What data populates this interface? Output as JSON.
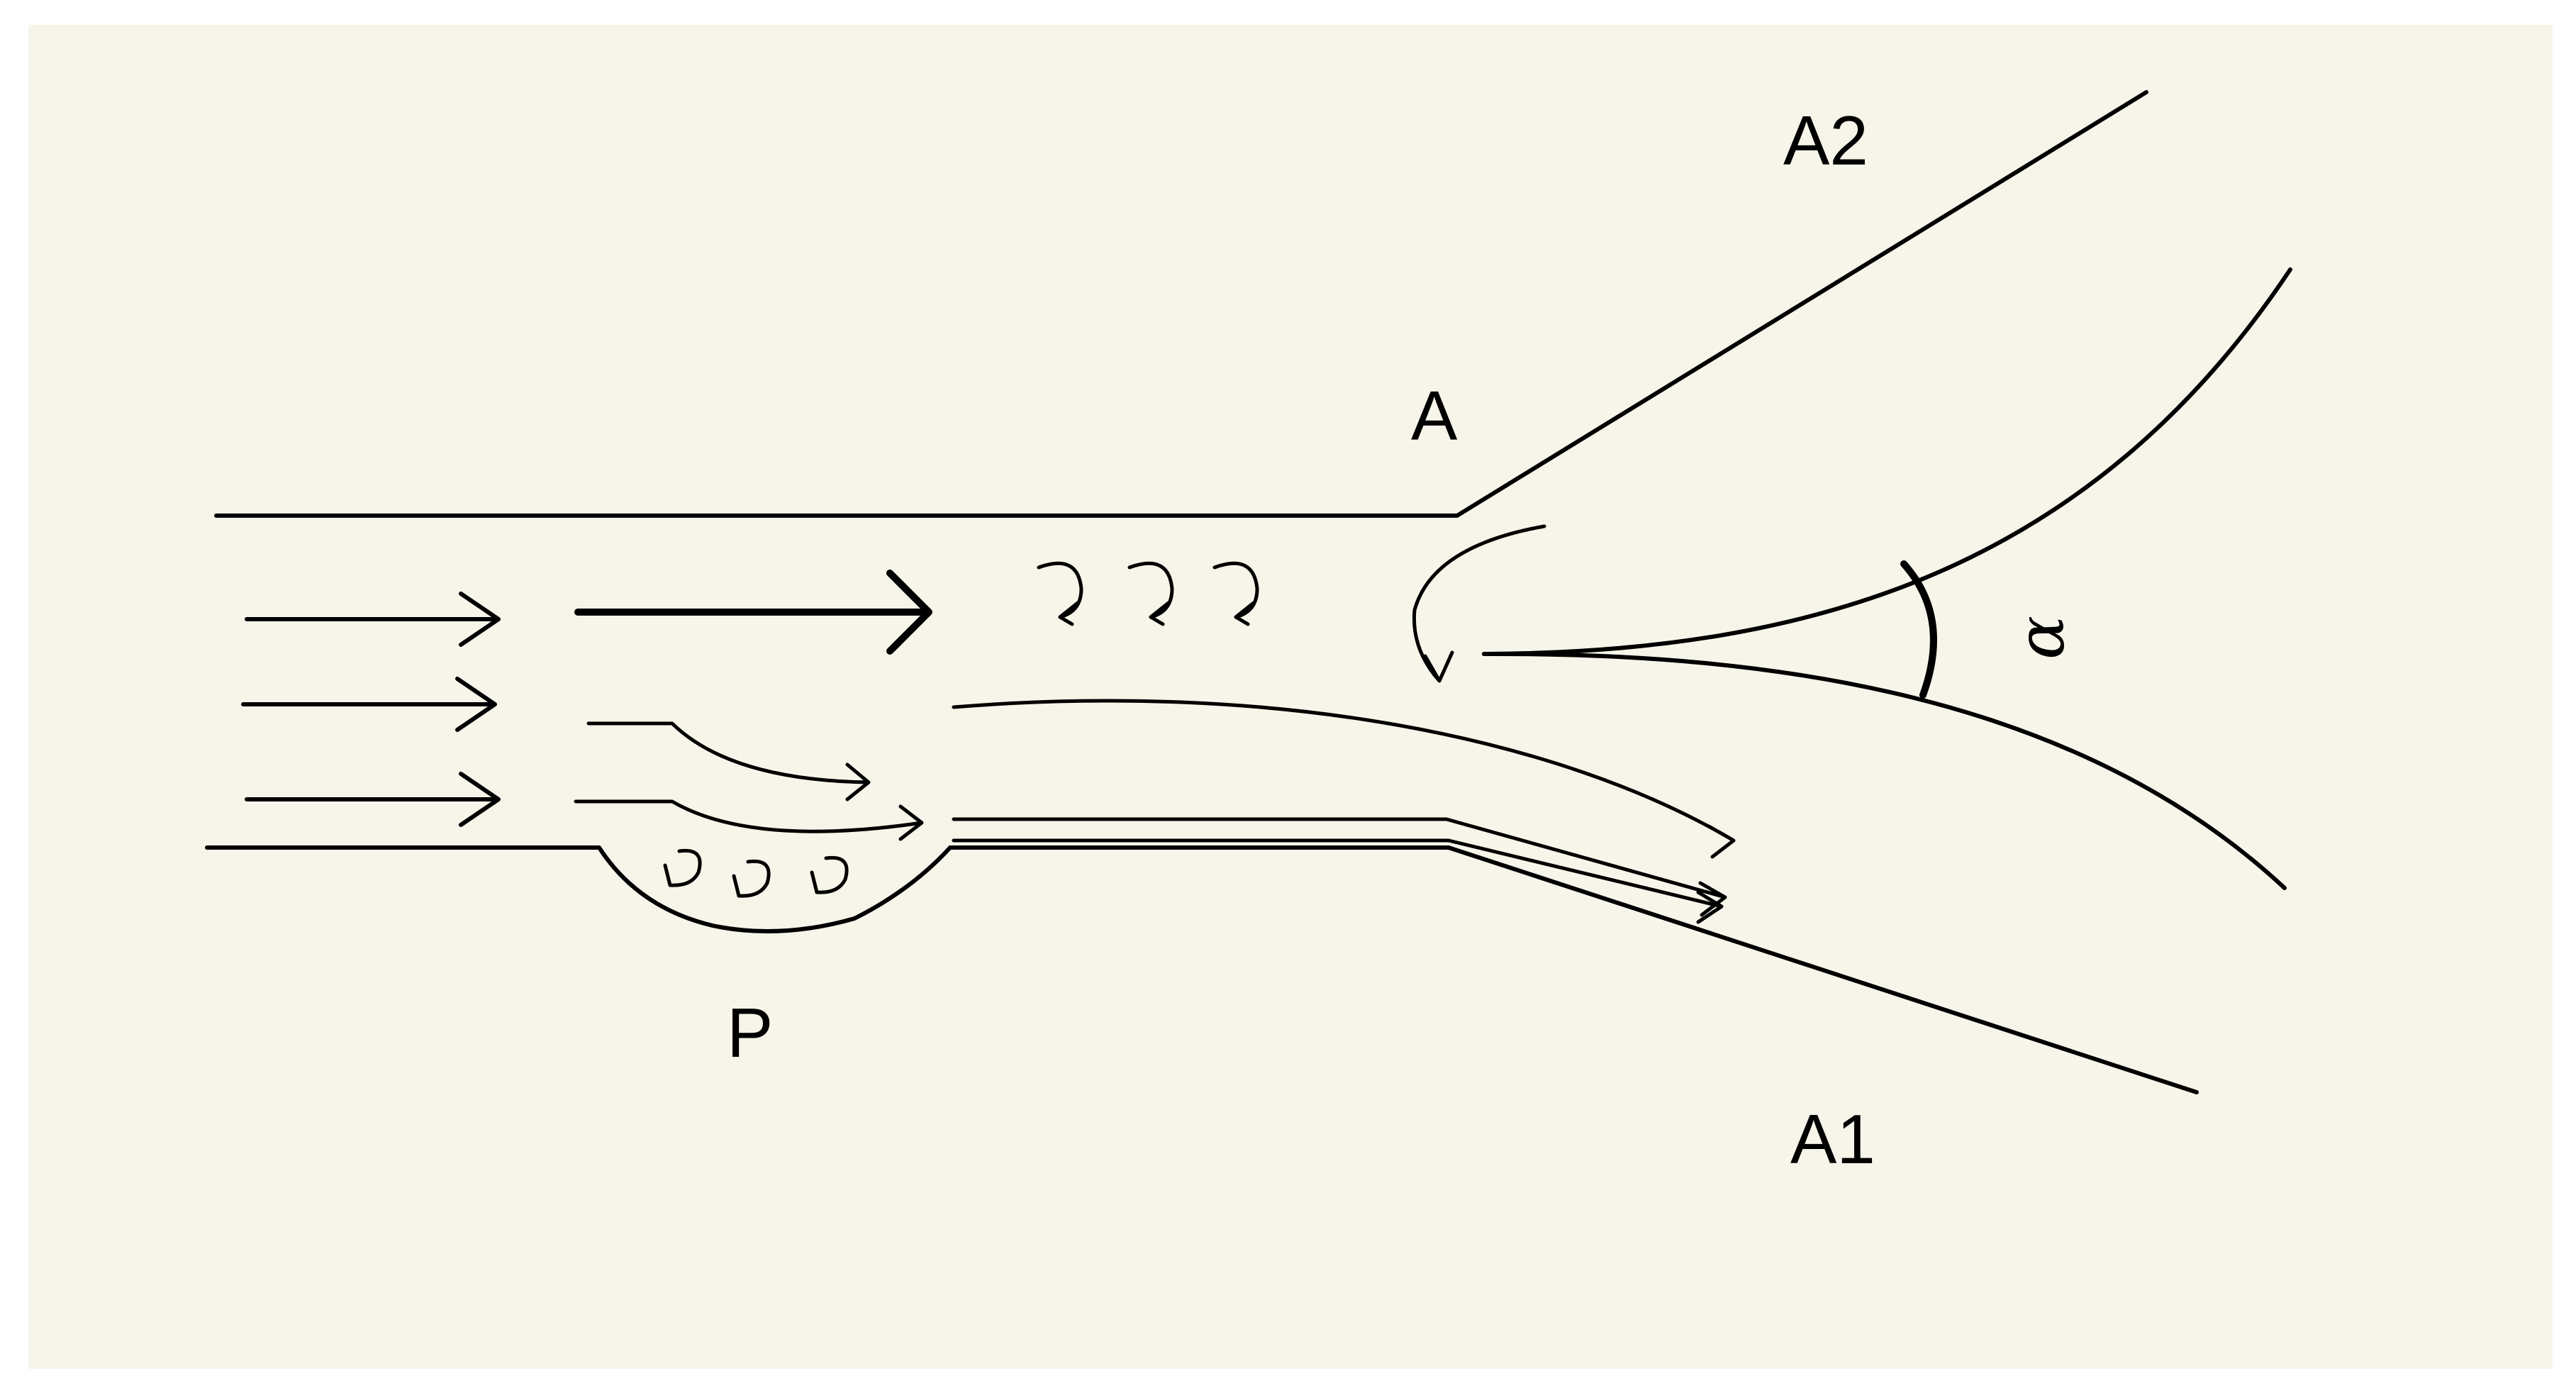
{
  "labels": {
    "a": "A",
    "a1": "A1",
    "a2": "A2",
    "p": "P",
    "alpha": "α"
  },
  "colors": {
    "panel_background": "#f7f5e9",
    "stroke": "#000000"
  }
}
